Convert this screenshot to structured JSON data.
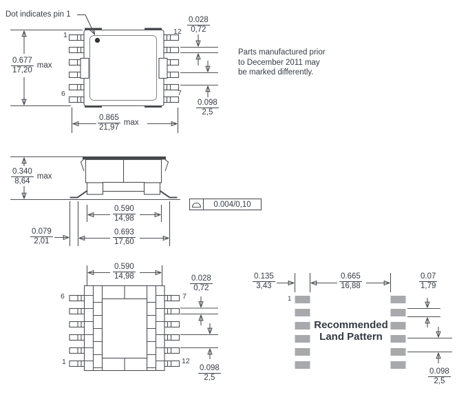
{
  "notes": {
    "pin1": "Dot indicates pin 1",
    "marking": "Parts manufactured prior\nto December 2011 may\nbe marked differently."
  },
  "top_view": {
    "pin_labels": {
      "p1": "1",
      "p6": "6",
      "p12": "12",
      "p7": "7"
    },
    "dims": {
      "height": {
        "in": "0.677",
        "mm": "17,20",
        "suffix": "max"
      },
      "width": {
        "in": "0.865",
        "mm": "21,97",
        "suffix": "max"
      },
      "lead_width": {
        "in": "0.028",
        "mm": "0,72"
      },
      "lead_pitch": {
        "in": "0.098",
        "mm": "2,5"
      }
    }
  },
  "side_view": {
    "dims": {
      "height": {
        "in": "0.340",
        "mm": "8,64",
        "suffix": "max"
      },
      "body_width": {
        "in": "0.590",
        "mm": "14,98"
      },
      "lead_span": {
        "in": "0.693",
        "mm": "17,60"
      },
      "foot_length": {
        "in": "0.079",
        "mm": "2,01"
      }
    },
    "flatness": "0.004/0,10"
  },
  "bottom_view": {
    "pin_labels": {
      "p6": "6",
      "p7": "7",
      "p1": "1",
      "p12": "12"
    },
    "dims": {
      "body_width": {
        "in": "0.590",
        "mm": "14,98"
      },
      "lead_width": {
        "in": "0.028",
        "mm": "0,72"
      },
      "lead_pitch": {
        "in": "0.098",
        "mm": "2,5"
      }
    }
  },
  "land_pattern": {
    "title": "Recommended\nLand Pattern",
    "pin_label": "1",
    "dims": {
      "pad_width": {
        "in": "0.135",
        "mm": "3,43"
      },
      "gap": {
        "in": "0.665",
        "mm": "16,88"
      },
      "pad_height": {
        "in": "0.07",
        "mm": "1,79"
      },
      "pad_pitch": {
        "in": "0.098",
        "mm": "2,5"
      }
    }
  }
}
